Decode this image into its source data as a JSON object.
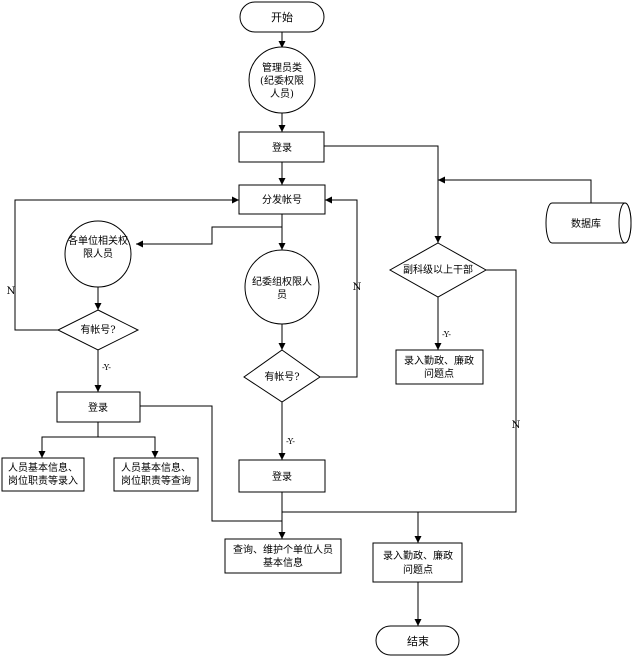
{
  "nodes": {
    "start": "开始",
    "admin_role": [
      "管理员类",
      "(纪委权限",
      "人员)"
    ],
    "login_top": "登录",
    "assign_account": "分发帐号",
    "database": "数据库",
    "unit_staff": [
      "各单位相关权",
      "限人员"
    ],
    "commission_staff": [
      "纪委组权限人",
      "员"
    ],
    "deputy_cadre": "副科级以上干部",
    "has_account_left": "有帐号?",
    "has_account_mid": "有帐号?",
    "enter_diligence_right": [
      "录入勤政、廉政",
      "问题点"
    ],
    "login_left": "登录",
    "info_entry": [
      "人员基本信息、",
      "岗位职责等录入"
    ],
    "info_query": [
      "人员基本信息、",
      "岗位职责等查询"
    ],
    "login_mid": "登录",
    "query_maintain": [
      "查询、维护个单位人员",
      "基本信息"
    ],
    "enter_diligence_bottom": [
      "录入勤政、廉政",
      "问题点"
    ],
    "end": "结束"
  },
  "edge_labels": {
    "yes_left": "-Y-",
    "yes_mid": "-Y-",
    "yes_right": "-Y-",
    "no_left": "N",
    "no_mid": "N",
    "no_right": "N"
  }
}
